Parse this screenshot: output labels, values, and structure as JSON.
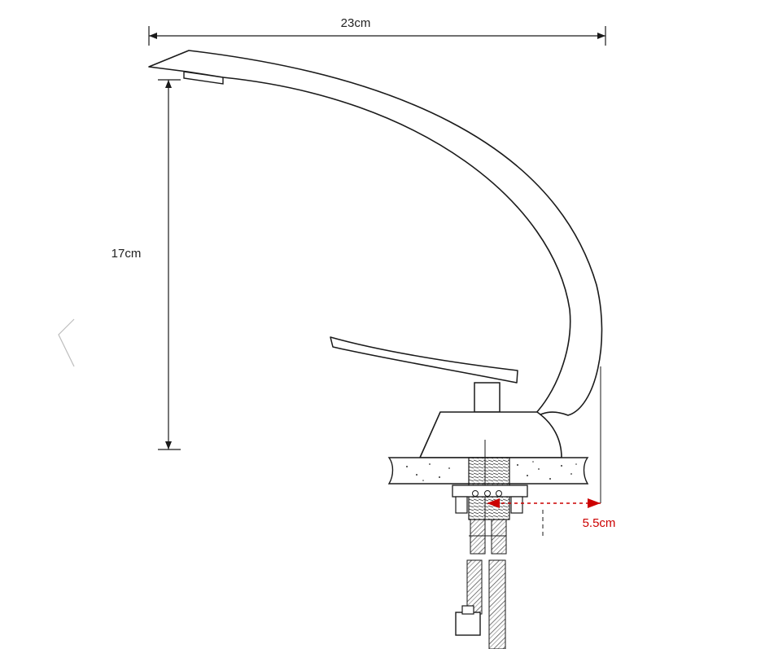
{
  "dimensions": {
    "width_label": "23cm",
    "height_label": "17cm",
    "offset_label": "5.5cm"
  },
  "colors": {
    "line": "#1a1a1a",
    "accent": "#cc0000",
    "background": "#ffffff",
    "hatch": "#555555"
  }
}
